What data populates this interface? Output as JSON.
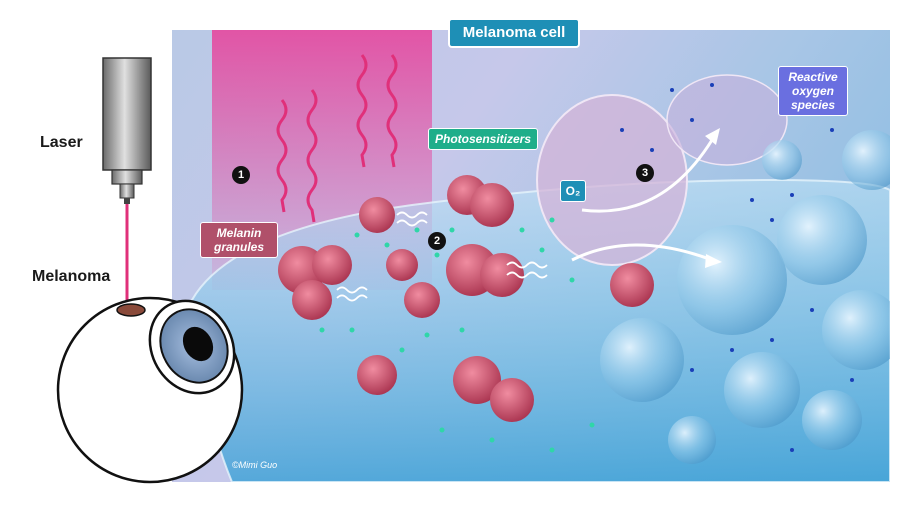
{
  "title": "Melanoma cell",
  "labels": {
    "laser": "Laser",
    "melanoma": "Melanoma",
    "melanin_granules": "Melanin granules",
    "photosensitizers": "Photosensitizers",
    "reactive_oxygen_species": "Reactive oxygen species",
    "o2": "O₂"
  },
  "steps": [
    "1",
    "2",
    "3"
  ],
  "credit": "©Mimi Guo",
  "colors": {
    "title_tag": "#1e8fb6",
    "melanin_tag": "#b0506a",
    "photosensitizer_tag": "#1fae8a",
    "ros_tag": "#6a6fe0",
    "laser_beam": "#e0307a",
    "melanin": "#c84a64"
  }
}
